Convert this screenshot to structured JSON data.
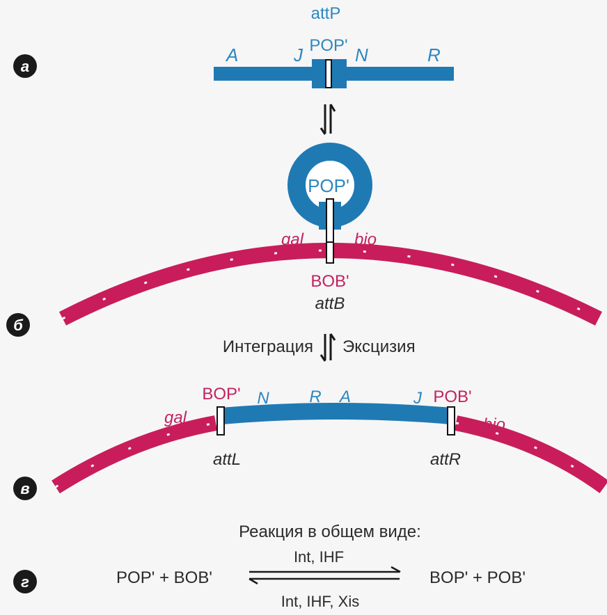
{
  "panel_labels": {
    "a": "а",
    "b": "б",
    "v": "в",
    "g": "г"
  },
  "panel_a": {
    "site": "attP",
    "core": "POP'",
    "arms": {
      "A": "A",
      "J": "J",
      "N": "N",
      "R": "R"
    }
  },
  "panel_b": {
    "circle_core": "POP'",
    "left_gene": "gal",
    "right_gene": "bio",
    "bact_core": "BOB'",
    "site": "attB",
    "integration": "Интеграция",
    "excision": "Эксцизия"
  },
  "panel_v": {
    "left_core": "BOP'",
    "N": "N",
    "R": "R",
    "A": "A",
    "J": "J",
    "right_core": "POB'",
    "left_gene": "gal",
    "right_gene": "bio",
    "left_site": "attL",
    "right_site": "attR"
  },
  "panel_g": {
    "heading": "Реакция в общем виде:",
    "left_side": "POP' + BOB'",
    "right_side": "BOP' + POB'",
    "forward_factors": "Int, IHF",
    "reverse_factors": "Int, IHF, Xis"
  },
  "colors": {
    "phage_dna": "#1f7ab4",
    "bacterial_dna": "#c81d5a",
    "text": "#2a2a2a",
    "badge": "#1a1a1a"
  }
}
